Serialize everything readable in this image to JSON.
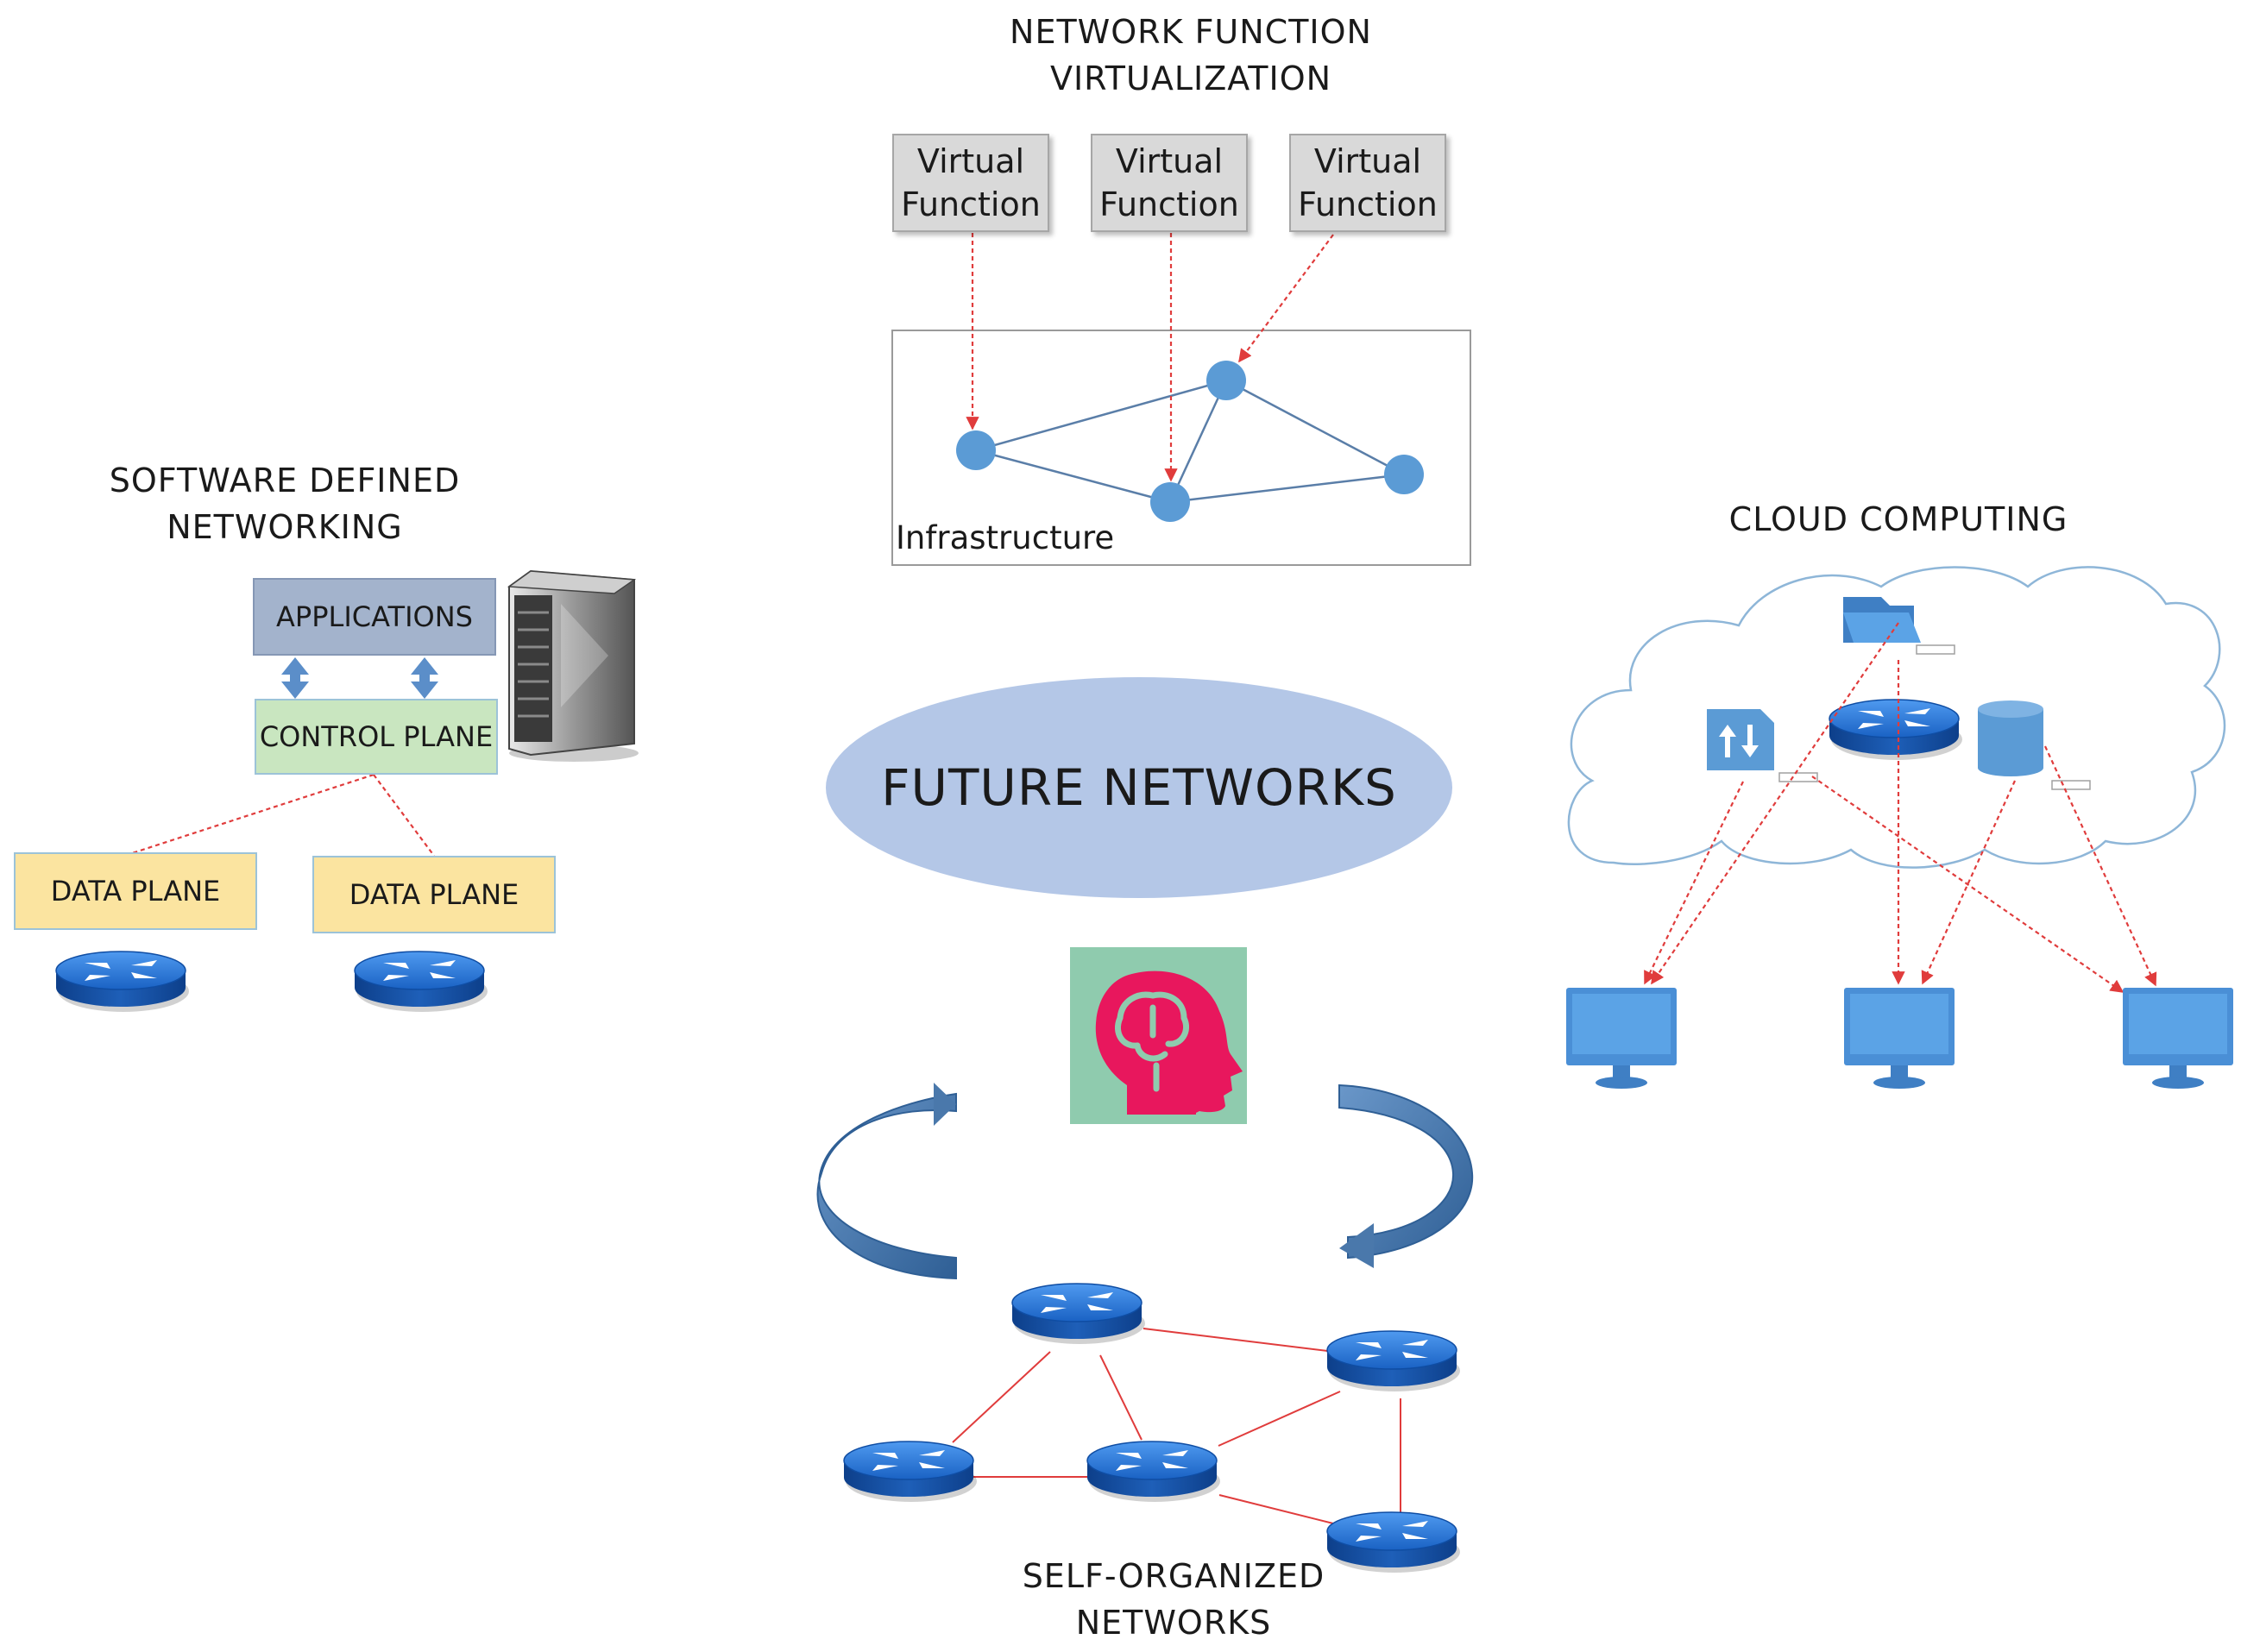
{
  "nfv": {
    "title_line1": "NETWORK FUNCTION",
    "title_line2": "VIRTUALIZATION",
    "functions": [
      {
        "line1": "Virtual",
        "line2": "Function"
      },
      {
        "line1": "Virtual",
        "line2": "Function"
      },
      {
        "line1": "Virtual",
        "line2": "Function"
      }
    ],
    "infrastructure_label": "Infrastructure"
  },
  "sdn": {
    "title_line1": "SOFTWARE DEFINED",
    "title_line2": "NETWORKING",
    "applications": "APPLICATIONS",
    "control_plane": "CONTROL PLANE",
    "data_plane_left": "DATA PLANE",
    "data_plane_right": "DATA PLANE"
  },
  "cloud": {
    "title": "CLOUD COMPUTING"
  },
  "center": {
    "title": "FUTURE NETWORKS"
  },
  "son": {
    "title_line1": "SELF-ORGANIZED",
    "title_line2": "NETWORKS"
  },
  "colors": {
    "accent_blue": "#5b9bd5",
    "router_blue": "#1f6fd1",
    "link_red": "#e03c3c",
    "ellipse_fill": "#b4c7e7",
    "ai_tile_bg": "#8fcbae",
    "ai_head": "#e8175d",
    "curved_arrow": "#4a78ab"
  }
}
